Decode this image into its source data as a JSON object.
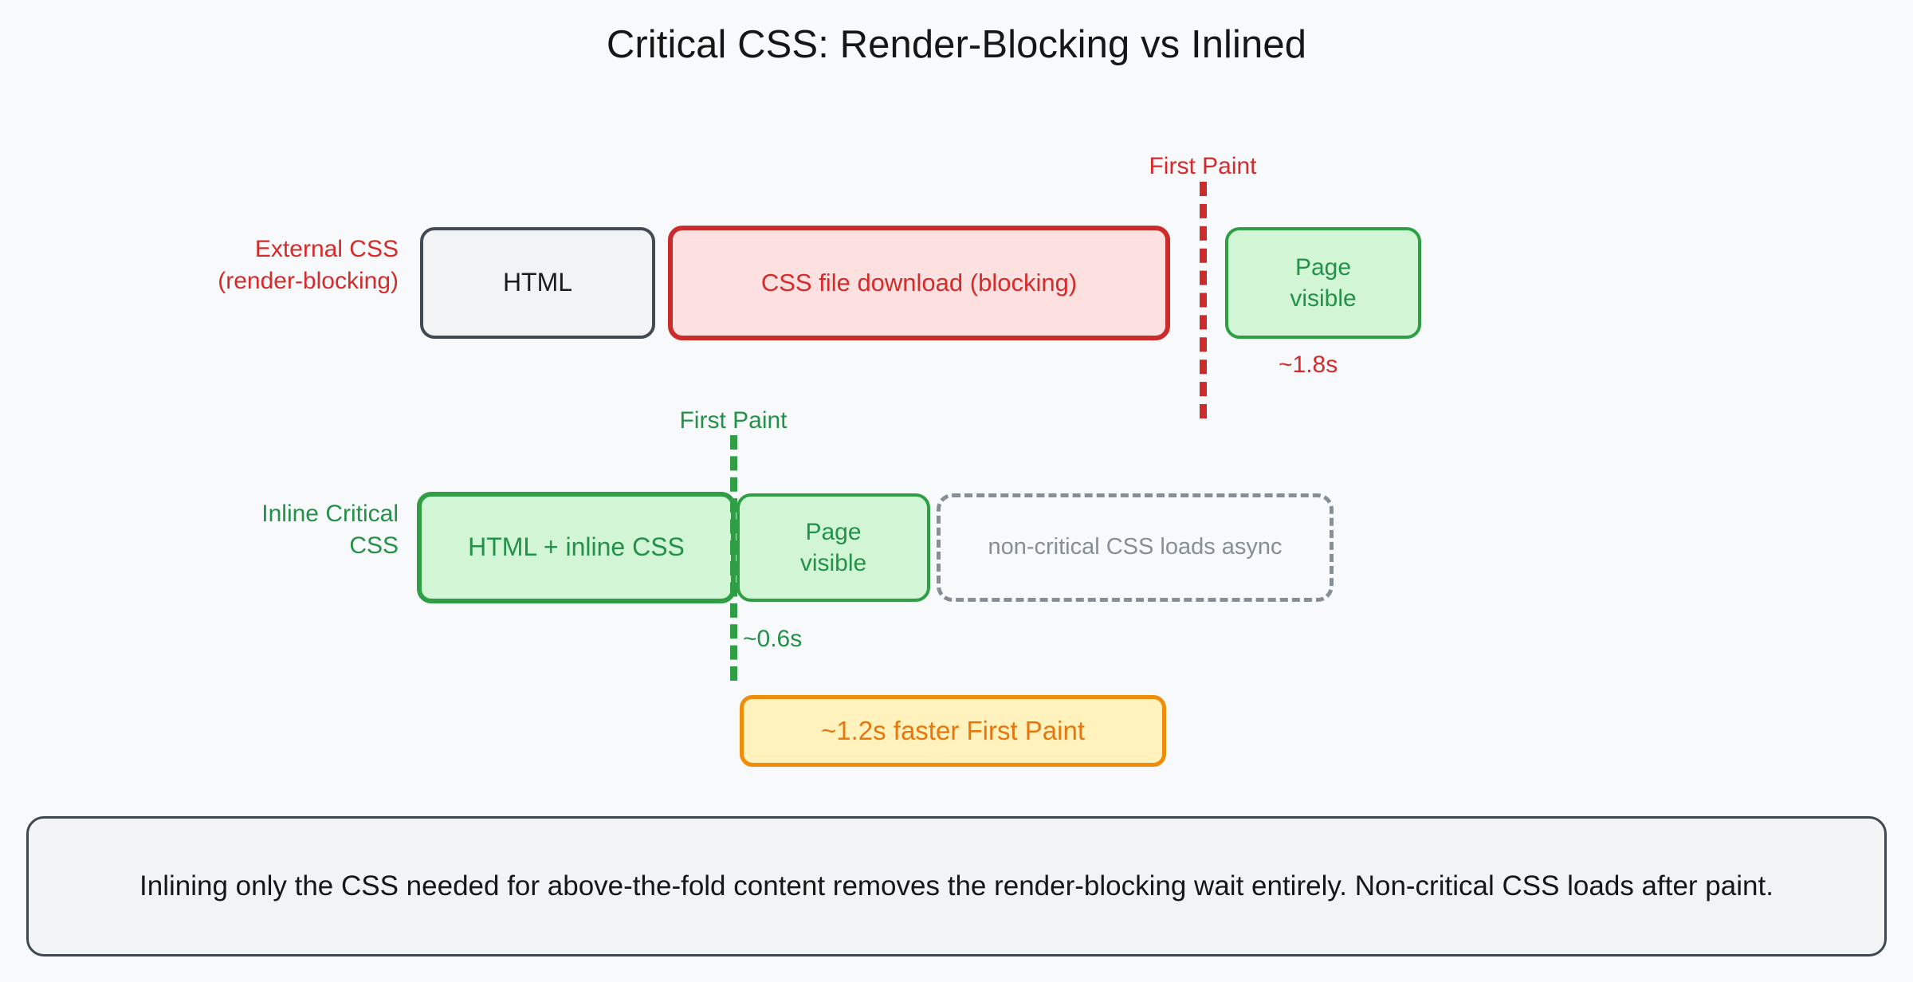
{
  "title": "Critical CSS: Render-Blocking vs Inlined",
  "rows": [
    {
      "label_line1": "External CSS",
      "label_line2": "(render-blocking)",
      "color": "#d52b2b",
      "segments": [
        {
          "name": "html",
          "text": "HTML"
        },
        {
          "name": "css-download",
          "text": "CSS file download (blocking)"
        },
        {
          "name": "page-visible",
          "text": "Page\nvisible"
        }
      ],
      "marker": {
        "label": "First Paint",
        "timing": "~1.8s"
      }
    },
    {
      "label_line1": "Inline Critical",
      "label_line2": "CSS",
      "color": "#239148",
      "segments": [
        {
          "name": "html-inline-css",
          "text": "HTML + inline CSS"
        },
        {
          "name": "page-visible",
          "text": "Page\nvisible"
        },
        {
          "name": "noncritical-async",
          "text": "non-critical CSS loads async"
        }
      ],
      "marker": {
        "label": "First Paint",
        "timing": "~0.6s"
      }
    }
  ],
  "savings_badge": "~1.2s faster First Paint",
  "footer_note": "Inlining only the CSS needed for above-the-fold content removes the render-blocking wait entirely. Non-critical CSS loads after paint.",
  "colors": {
    "background": "#f7f9fb",
    "red": "#d52b2b",
    "red_border": "#cd2b2b",
    "red_fill": "#fde0e0",
    "green": "#239148",
    "green_border": "#2f9e44",
    "green_fill": "#d2f5d6",
    "gray_border": "#424a53",
    "gray_fill": "#f1f3f5",
    "gray_dashed": "#868e96",
    "orange": "#e8760c",
    "orange_border": "#ef8c0a",
    "orange_fill": "#fff2bd",
    "title": "#161616"
  }
}
